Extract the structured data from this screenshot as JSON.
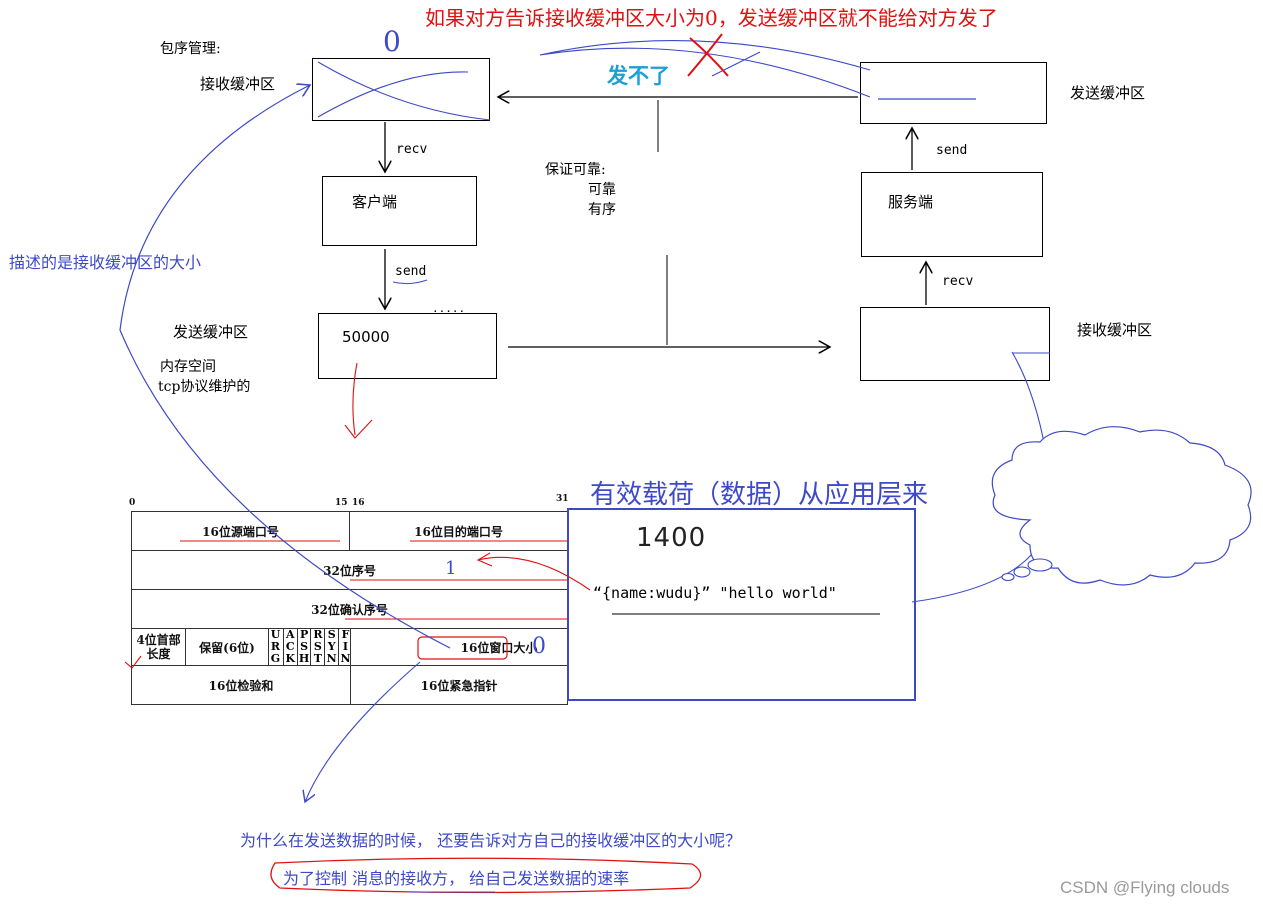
{
  "title_red": "如果对方告诉接收缓冲区大小为0，发送缓冲区就不能给对方发了",
  "cannot_send": "发不了",
  "package_mgmt": "包序管理:",
  "client_side": {
    "recv_buffer": "接收缓冲区",
    "recv_arrow": "recv",
    "client": "客户端",
    "send_arrow": "send",
    "send_buffer": "发送缓冲区",
    "buffer_value": "50000",
    "memory_space": "内存空间",
    "tcp_maintained": "tcp协议维护的",
    "dots": "....."
  },
  "server_side": {
    "send_buffer": "发送缓冲区",
    "send_arrow": "send",
    "server": "服务端",
    "recv_arrow": "recv",
    "recv_buffer": "接收缓冲区"
  },
  "guarantee": {
    "title": "保证可靠:",
    "reliable": "可靠",
    "ordered": "有序"
  },
  "left_note": "描述的是接收缓冲区的大小",
  "tcp_header": {
    "bit0": "0",
    "bit15": "15",
    "bit16": "16",
    "bit31": "31",
    "src_port": "16位源端口号",
    "dst_port": "16位目的端口号",
    "seq": "32位序号",
    "ack": "32位确认序号",
    "hdr_len_1": "4位首部",
    "hdr_len_2": "长度",
    "reserved": "保留(6位)",
    "flags": [
      [
        "U",
        "R",
        "G"
      ],
      [
        "A",
        "C",
        "K"
      ],
      [
        "P",
        "S",
        "H"
      ],
      [
        "R",
        "S",
        "T"
      ],
      [
        "S",
        "Y",
        "N"
      ],
      [
        "F",
        "I",
        "N"
      ]
    ],
    "window": "16位窗口大小",
    "checksum": "16位检验和",
    "urgent": "16位紧急指针"
  },
  "payload": {
    "title": "有效载荷（数据）从应用层来",
    "handwritten_num": "1400",
    "content": "“{name:wudu}” \"hello world\"",
    "seq_mark": "1",
    "window_zero": "0",
    "top_zero": "0"
  },
  "bottom_question": "为什么在发送数据的时候， 还要告诉对方自己的接收缓冲区的大小呢？",
  "bottom_answer": "为了控制 消息的接收方， 给自己发送数据的速率",
  "watermark": "CSDN @Flying  clouds"
}
